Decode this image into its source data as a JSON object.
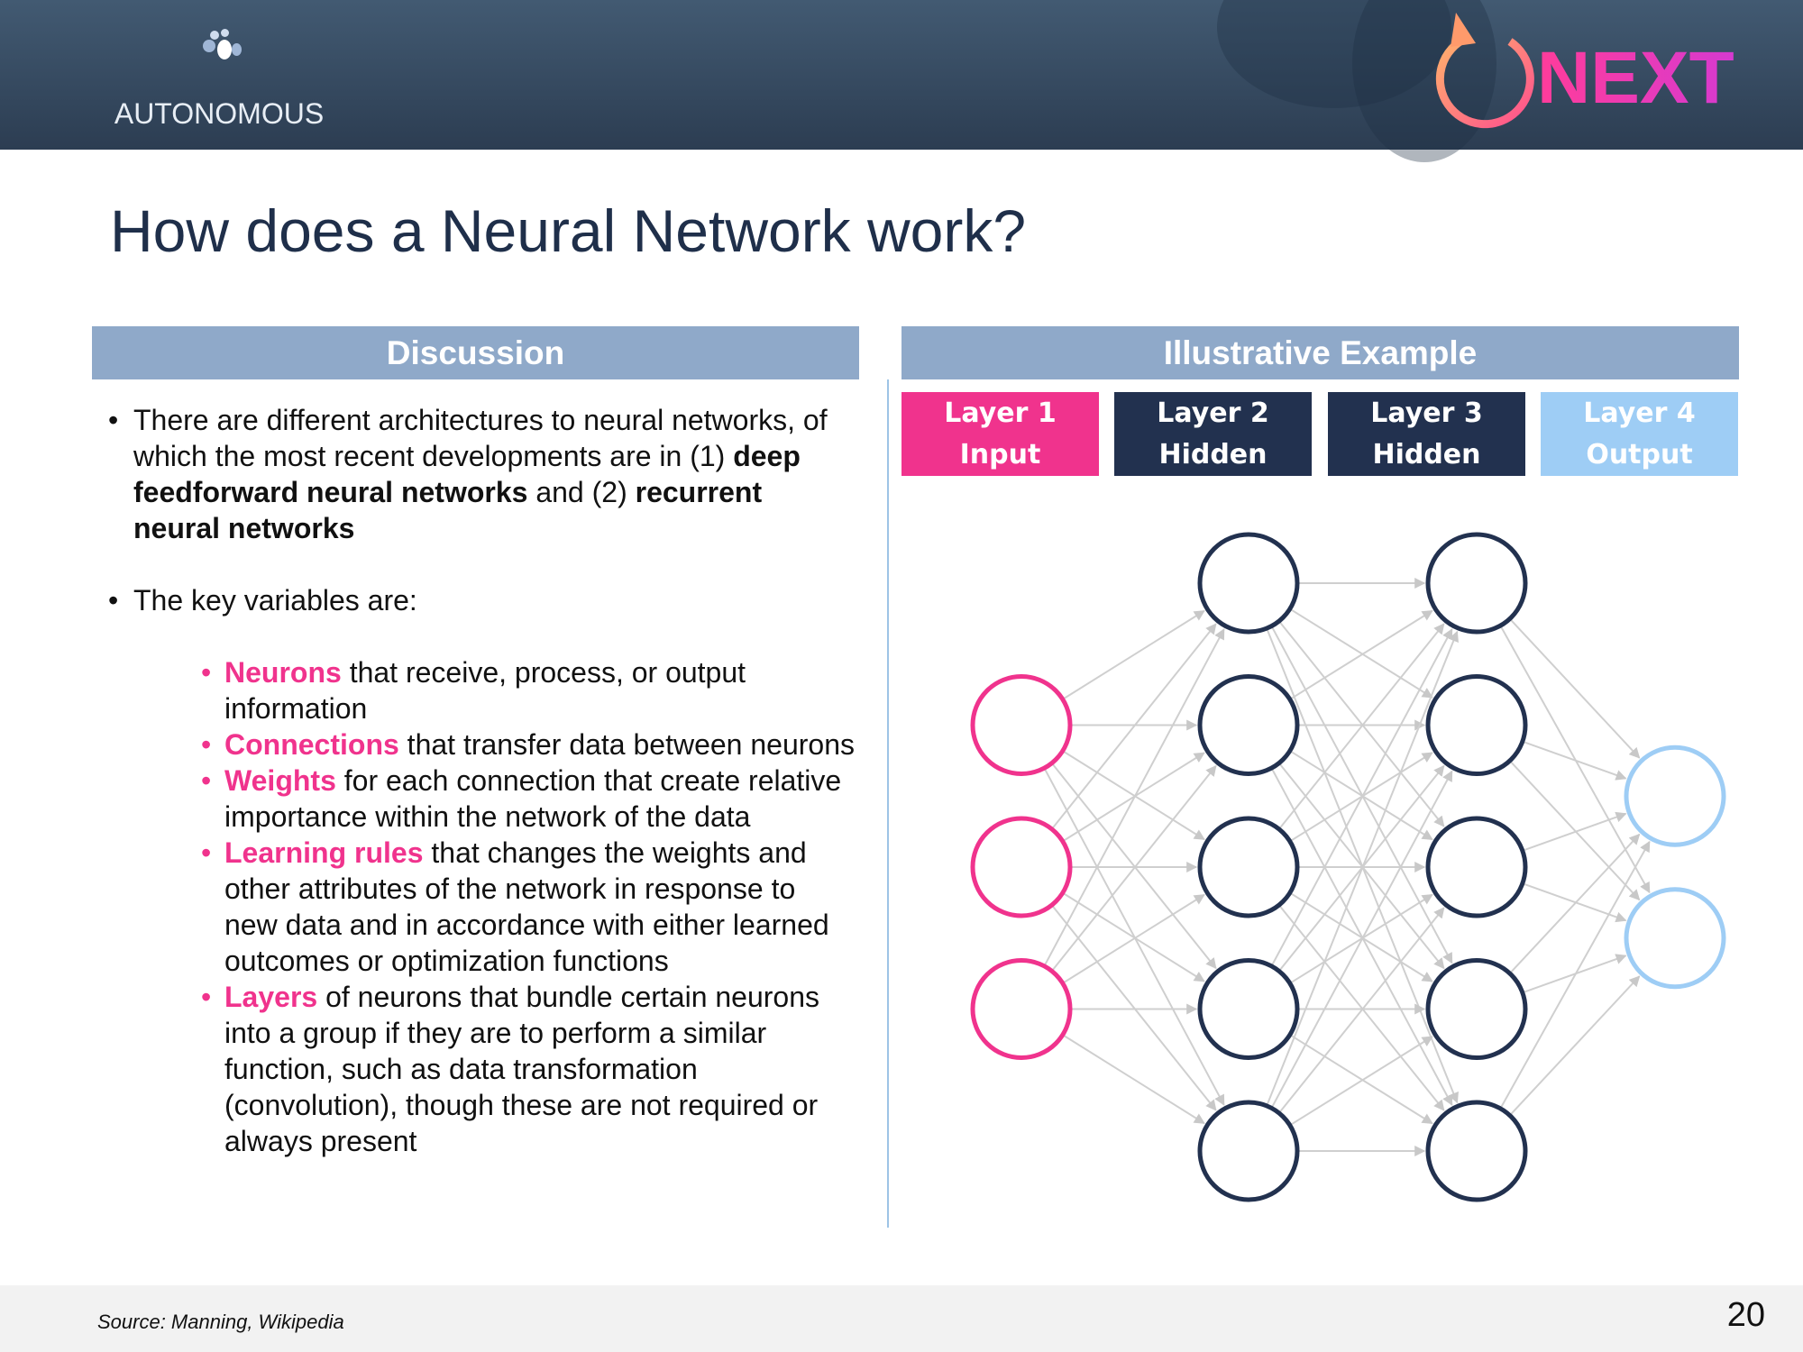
{
  "header": {
    "left_logo": "AUTONOMOUS",
    "right_logo": "NEXT"
  },
  "title": "How does a Neural Network work?",
  "discussion": {
    "heading": "Discussion",
    "bullet1": {
      "t1": "There are different architectures to neural networks, of which the most recent developments are in (1) ",
      "b1": "deep feedforward neural networks",
      "t2": " and (2) ",
      "b2": "recurrent neural networks"
    },
    "bullet2": "The key variables are:",
    "variables": [
      {
        "term": "Neurons",
        "text": " that receive, process, or output information"
      },
      {
        "term": "Connections",
        "text": " that transfer data between neurons"
      },
      {
        "term": "Weights",
        "text": " for each connection that create relative importance within the network of the data"
      },
      {
        "term": "Learning rules",
        "text": " that changes the weights and other attributes of the network in response to new data and in accordance with either learned outcomes or optimization functions"
      },
      {
        "term": "Layers",
        "text": " of neurons that bundle certain neurons into a group if they are to perform a similar function, such as data transformation (convolution), though these are not required or always present"
      }
    ]
  },
  "example": {
    "heading": "Illustrative Example",
    "layers": [
      {
        "name": "Layer 1",
        "role": "Input",
        "color": "#f0338d",
        "neurons": 3
      },
      {
        "name": "Layer 2",
        "role": "Hidden",
        "color": "#22314f",
        "neurons": 5
      },
      {
        "name": "Layer 3",
        "role": "Hidden",
        "color": "#22314f",
        "neurons": 5
      },
      {
        "name": "Layer 4",
        "role": "Output",
        "color": "#9ecdf5",
        "neurons": 2
      }
    ]
  },
  "footer": {
    "source": "Source:  Manning, Wikipedia",
    "page": "20"
  }
}
